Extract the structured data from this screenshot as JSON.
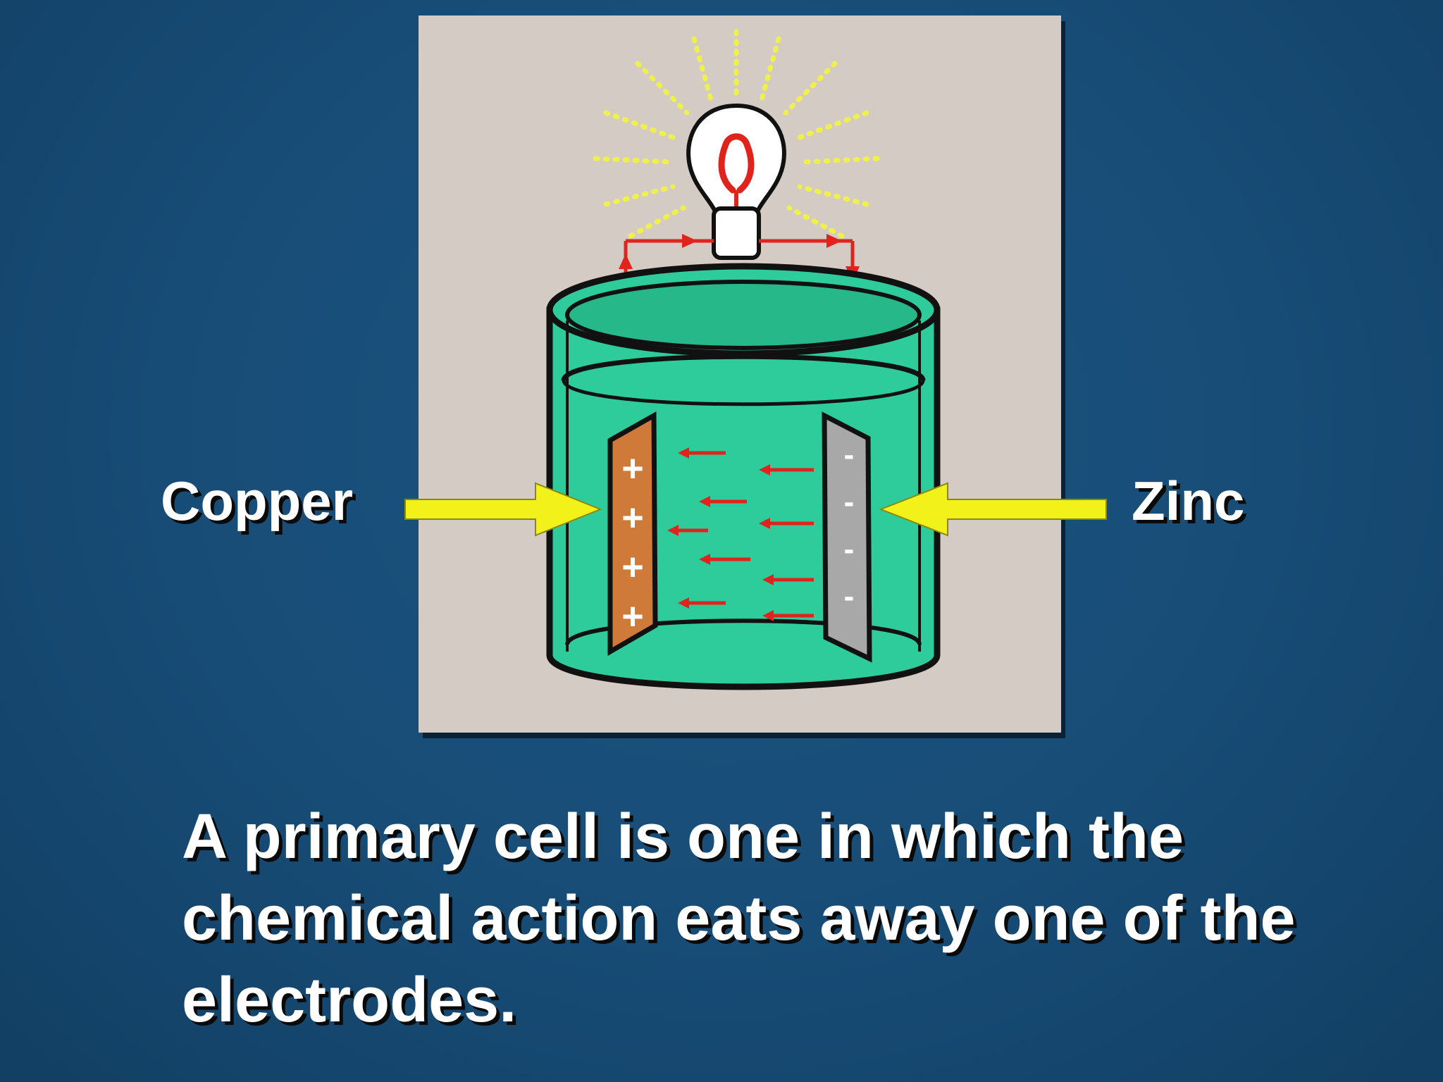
{
  "labels": {
    "copper": "Copper",
    "zinc": "Zinc",
    "copper_charge_symbol": "+",
    "zinc_charge_symbol": "-"
  },
  "caption": "A primary cell is one in which the chemical action eats away one of the electrodes.",
  "colors": {
    "background": "#174c76",
    "panel": "#d4ccc4",
    "electrolyte": "#2ecc9a",
    "copper": "#d07a3a",
    "zinc": "#a8a8a8",
    "wire": "#e0231c",
    "pointer_arrow": "#f2f21a",
    "glow": "#f0f04a"
  }
}
